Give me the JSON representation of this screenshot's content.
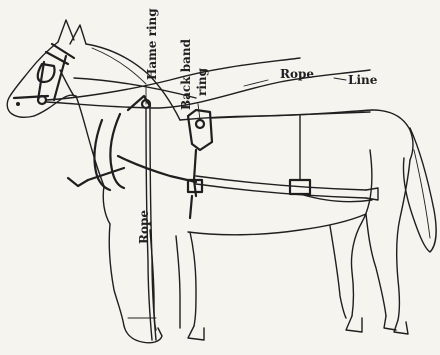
{
  "labels": {
    "hame_ring": "Hame ring",
    "back_band": "Back band",
    "ring": "ring",
    "rope_top": "Rope",
    "line": "Line",
    "rope_side": "Rope"
  },
  "colors": {
    "ink": "#1f1f1f",
    "paper": "#f5f4ef"
  }
}
